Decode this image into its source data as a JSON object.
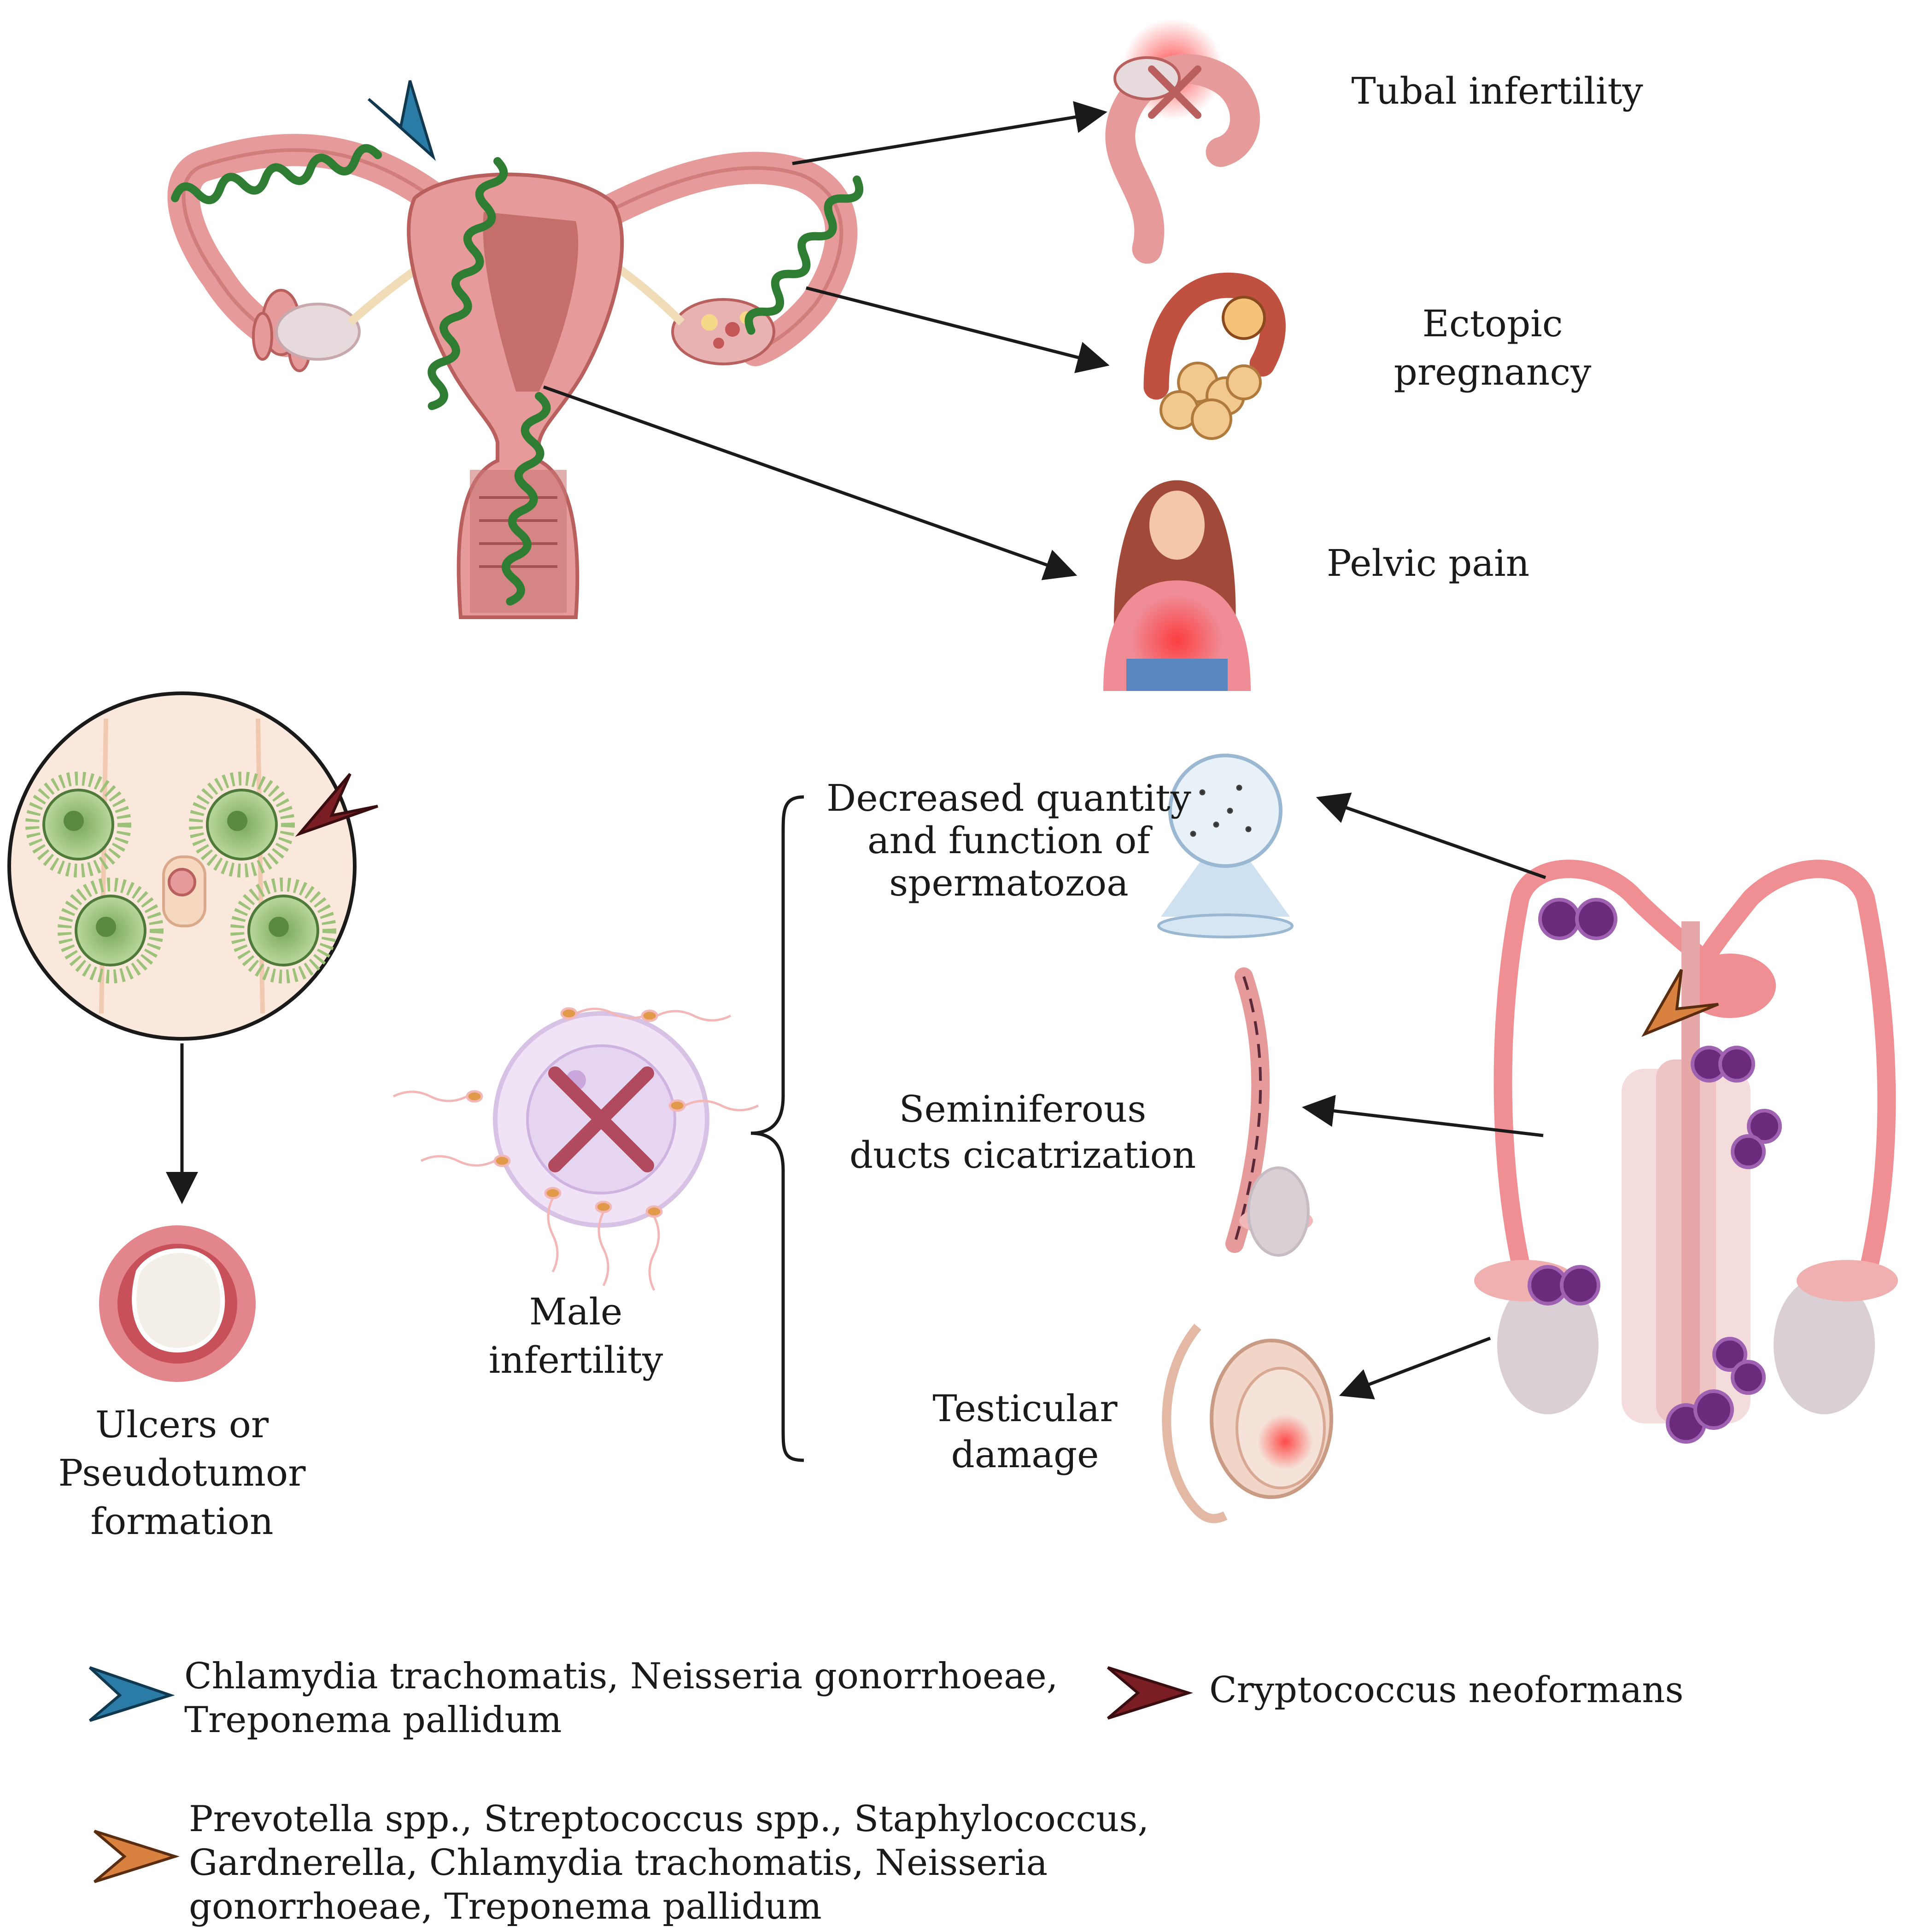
{
  "labels": {
    "tubal_infertility": "Tubal infertility",
    "ectopic_pregnancy": [
      "Ectopic",
      "pregnancy"
    ],
    "pelvic_pain": "Pelvic pain",
    "decreased_sperm": [
      "Decreased quantity",
      "and function of",
      "spermatozoa"
    ],
    "seminiferous": [
      "Seminiferous",
      "ducts cicatrization"
    ],
    "testicular": [
      "Testicular",
      "damage"
    ],
    "male_infertility": [
      "Male",
      "infertility"
    ],
    "ulcers": [
      "Ulcers or",
      "Pseudotumor",
      "formation"
    ]
  },
  "legend": {
    "blue": {
      "color": "#2a7ca6",
      "lines": [
        "Chlamydia trachomatis, Neisseria gonorrhoeae,",
        "Treponema pallidum"
      ]
    },
    "red": {
      "color": "#7a1e23",
      "lines": [
        "Cryptococcus neoformans"
      ]
    },
    "orange": {
      "color": "#d9813f",
      "lines": [
        "Prevotella spp., Streptococcus spp., Staphylococcus,",
        "Gardnerella, Chlamydia trachomatis, Neisseria",
        "gonorrhoeae, Treponema pallidum"
      ]
    }
  },
  "colors": {
    "tissue_pink": "#e79a9a",
    "tissue_dark": "#b9605e",
    "bacteria_green": "#2e7d32",
    "cocci_purple": "#6a2b7c",
    "fungus_green": "#9cc27a",
    "testis_grey": "#d9cfd5"
  }
}
